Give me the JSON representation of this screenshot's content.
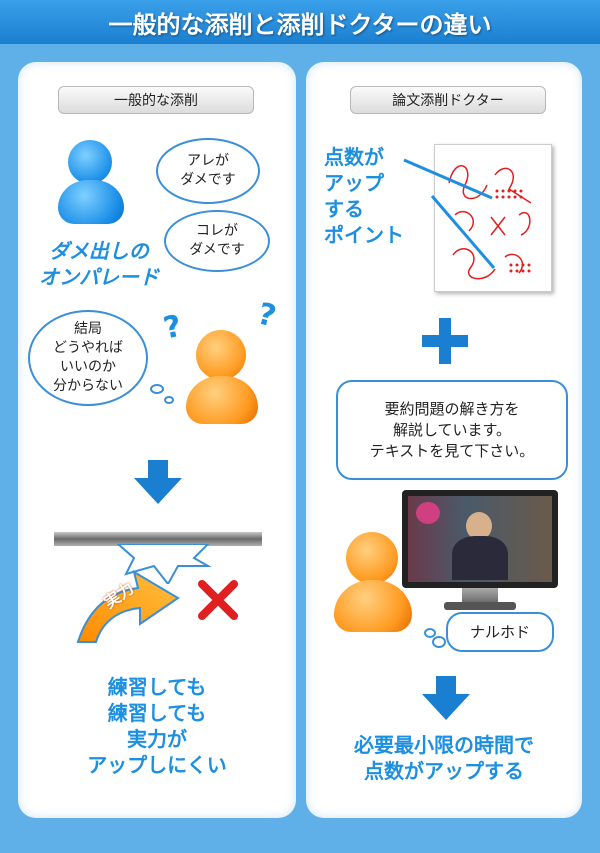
{
  "header": {
    "title": "一般的な添削と添削ドクターの違い"
  },
  "left": {
    "label": "一般的な添削",
    "bubble1": "アレが\nダメです",
    "bubble2": "コレが\nダメです",
    "parade": "ダメ出しの\nオンパレード",
    "question_bubble": "結局\nどうやれば\nいいのか\n分からない",
    "arrow_label": "実力",
    "bottom_text": "練習しても\n練習しても\n実力が\nアップしにくい"
  },
  "right": {
    "label": "論文添削ドクター",
    "point_text": "点数が\nアップ\nする\nポイント",
    "speech": "要約問題の解き方を\n解説しています。\nテキストを見て下さい。",
    "reaction": "ナルホド",
    "bottom_text": "必要最小限の時間で\n点数がアップする"
  },
  "colors": {
    "accent": "#1d8fe0",
    "orange": "#ff9a20",
    "red": "#e02020"
  }
}
